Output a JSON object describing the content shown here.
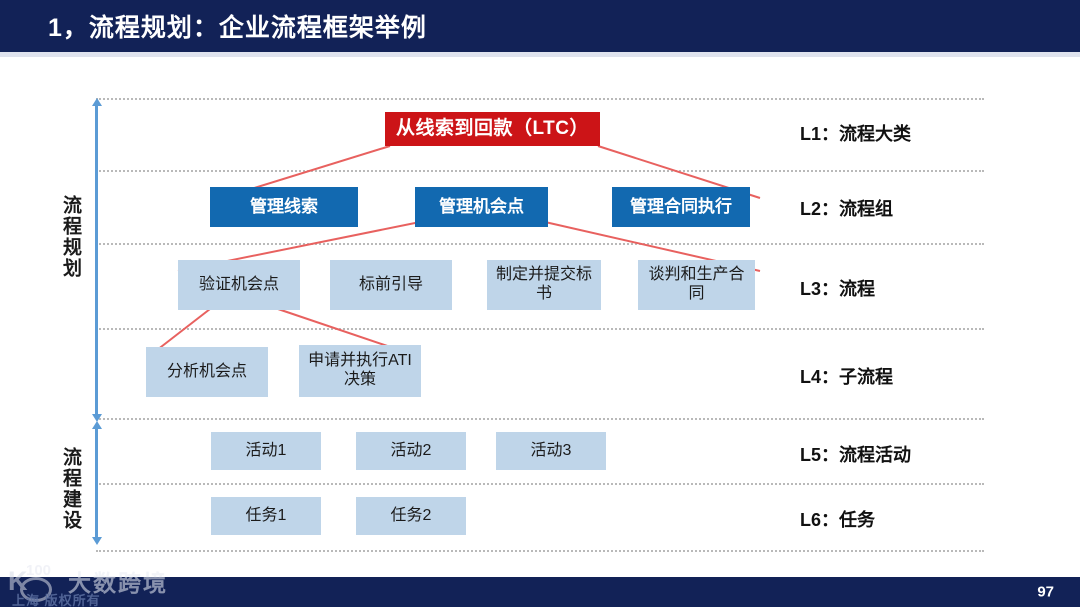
{
  "slide": {
    "title": "1，流程规划：企业流程框架举例",
    "page_number": "97",
    "colors": {
      "title_bar": "#122257",
      "l1_box": "#cc1417",
      "l2_box": "#1269b0",
      "soft_box": "#bfd5e9",
      "connector": "#e8615f",
      "axis": "#5b9bd5",
      "gridline": "#b9b9b9"
    }
  },
  "left_axis": {
    "groups": [
      {
        "label": "流程规划"
      },
      {
        "label": "流程建设"
      }
    ]
  },
  "levels": [
    {
      "id": "L1",
      "label": "L1：流程大类"
    },
    {
      "id": "L2",
      "label": "L2：流程组"
    },
    {
      "id": "L3",
      "label": "L3：流程"
    },
    {
      "id": "L4",
      "label": "L4：子流程"
    },
    {
      "id": "L5",
      "label": "L5：流程活动"
    },
    {
      "id": "L6",
      "label": "L6：任务"
    }
  ],
  "nodes": {
    "l1": [
      {
        "text": "从线索到回款（LTC）"
      }
    ],
    "l2": [
      {
        "text": "管理线索"
      },
      {
        "text": "管理机会点"
      },
      {
        "text": "管理合同执行"
      }
    ],
    "l3": [
      {
        "text": "验证机会点"
      },
      {
        "text": "标前引导"
      },
      {
        "text": "制定并提交标书"
      },
      {
        "text": "谈判和生产合同"
      }
    ],
    "l4": [
      {
        "text": "分析机会点"
      },
      {
        "text": "申请并执行ATI决策"
      }
    ],
    "l5": [
      {
        "text": "活动1"
      },
      {
        "text": "活动2"
      },
      {
        "text": "活动3"
      }
    ],
    "l6": [
      {
        "text": "任务1"
      },
      {
        "text": "任务2"
      }
    ]
  },
  "watermark": {
    "text": "大数跨境",
    "logo_k": "K",
    "logo_100": "100",
    "sub_text": "上海 版权所有"
  }
}
